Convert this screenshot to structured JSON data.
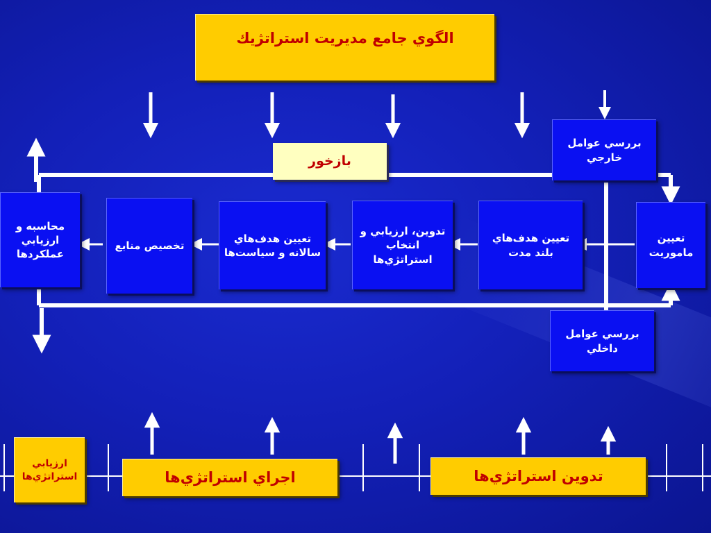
{
  "title": "الگوي جامع مديريت استراتژيك",
  "feedback_label": "بازخور",
  "external_factors": "بررسي عوامل خارجي",
  "internal_factors": "بررسي عوامل داخلي",
  "process_boxes": [
    {
      "label": "تعيين ماموريت"
    },
    {
      "label": "تعيين هدف‌هاي بلند مدت"
    },
    {
      "label": "تدوين، ارزيابي و انتخاب استراتژي‌ها"
    },
    {
      "label": "تعيين هدف‌هاي سالانه و سياست‌ها"
    },
    {
      "label": "تخصيص منابع"
    },
    {
      "label": "محاسبه و ارزيابي عملكردها"
    }
  ],
  "phases": {
    "formulation": "تدوين استراتژي‌ها",
    "implementation": "اجراي استراتژي‌ها",
    "evaluation": "ارزيابي استراتژي‌ها"
  },
  "colors": {
    "background": "#1320b8",
    "box_blue": "#0a10f2",
    "box_yellow": "#ffcc00",
    "box_pale": "#ffffc0",
    "title_text": "#c00000",
    "lines": "#ffffff"
  }
}
